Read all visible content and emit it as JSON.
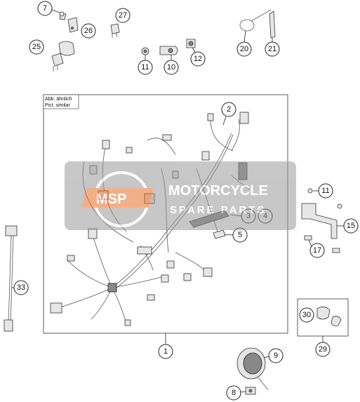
{
  "note": {
    "line1": "Abb. ähnlich",
    "line2": "Pict. similar"
  },
  "watermark": {
    "logo_text": "MSP",
    "brand_line1": "MOTORCYCLE",
    "brand_line2": "SPARE PARTS"
  },
  "callouts": {
    "c7": "7",
    "c27": "27",
    "c26": "26",
    "c25": "25",
    "c11a": "11",
    "c10": "10",
    "c12": "12",
    "c20": "20",
    "c21": "21",
    "c2": "2",
    "c3": "3",
    "c4": "4",
    "c5": "5",
    "c11b": "11",
    "c15": "15",
    "c17": "17",
    "c33": "33",
    "c30": "30",
    "c29": "29",
    "c1": "1",
    "c9": "9",
    "c8": "8"
  },
  "colors": {
    "line": "#222222",
    "watermark_bg": "#9a9a9a",
    "watermark_logo": "#e8702a"
  }
}
